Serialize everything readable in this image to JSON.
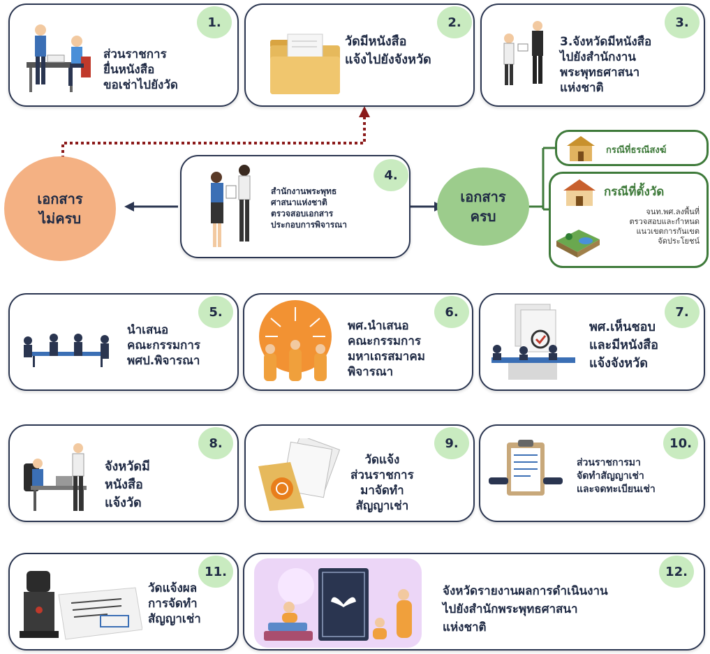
{
  "steps": [
    {
      "num": "1.",
      "text": "ส่วนราชการ\nยื่นหนังสือ\nขอเช่าไปยังวัด"
    },
    {
      "num": "2.",
      "text": "วัดมีหนังสือ\nแจ้งไปยังจังหวัด"
    },
    {
      "num": "3.",
      "text": "3.จังหวัดมีหนังสือ\nไปยังสำนักงาน\nพระพุทธศาสนา\nแห่งชาติ"
    },
    {
      "num": "4.",
      "text": "สำนักงานพระพุทธ\nศาสนาแห่งชาติ\nตรวจสอบเอกสาร\nประกอบการพิจารณา"
    },
    {
      "num": "5.",
      "text": "นำเสนอ\nคณะกรรมการ\nพศป.พิจารณา"
    },
    {
      "num": "6.",
      "text": "พศ.นำเสนอ\nคณะกรรมการ\nมหาเถรสมาคม\nพิจารณา"
    },
    {
      "num": "7.",
      "text": "พศ.เห็นชอบ\nและมีหนังสือ\nแจ้งจังหวัด"
    },
    {
      "num": "8.",
      "text": "จังหวัดมี\nหนังสือ\nแจ้งวัด"
    },
    {
      "num": "9.",
      "text": "วัดแจ้ง\nส่วนราชการ\nมาจัดทำ\nสัญญาเช่า"
    },
    {
      "num": "10.",
      "text": "ส่วนราชการมา\nจัดทำสัญญาเช่า\nและจดทะเบียนเช่า"
    },
    {
      "num": "11.",
      "text": "วัดแจ้งผล\nการจัดทำ\nสัญญาเช่า"
    },
    {
      "num": "12.",
      "text": "จังหวัดรายงานผลการดำเนินงาน\nไปยังสำนักพระพุทธศาสนา\nแห่งชาติ"
    }
  ],
  "incomplete_label": "เอกสาร\nไม่ครบ",
  "complete_label": "เอกสาร\nครบ",
  "case_dharma": "กรณีที่ธรณีสงฆ์",
  "case_temple": "กรณีที่ตั้งวัด",
  "case_temple_note": "จนท.พศ.ลงพื้นที่\nตรวจสอบและกำหนด\nแนวเขตการกันเขต\nจัดประโยชน์",
  "colors": {
    "dark": "#2a3550",
    "green_circle": "#9ccc8c",
    "orange_circle": "#f4b183",
    "dotted": "#8b1a1a",
    "green_line": "#3e7a3a",
    "num_badge": "#c9ebc0"
  }
}
